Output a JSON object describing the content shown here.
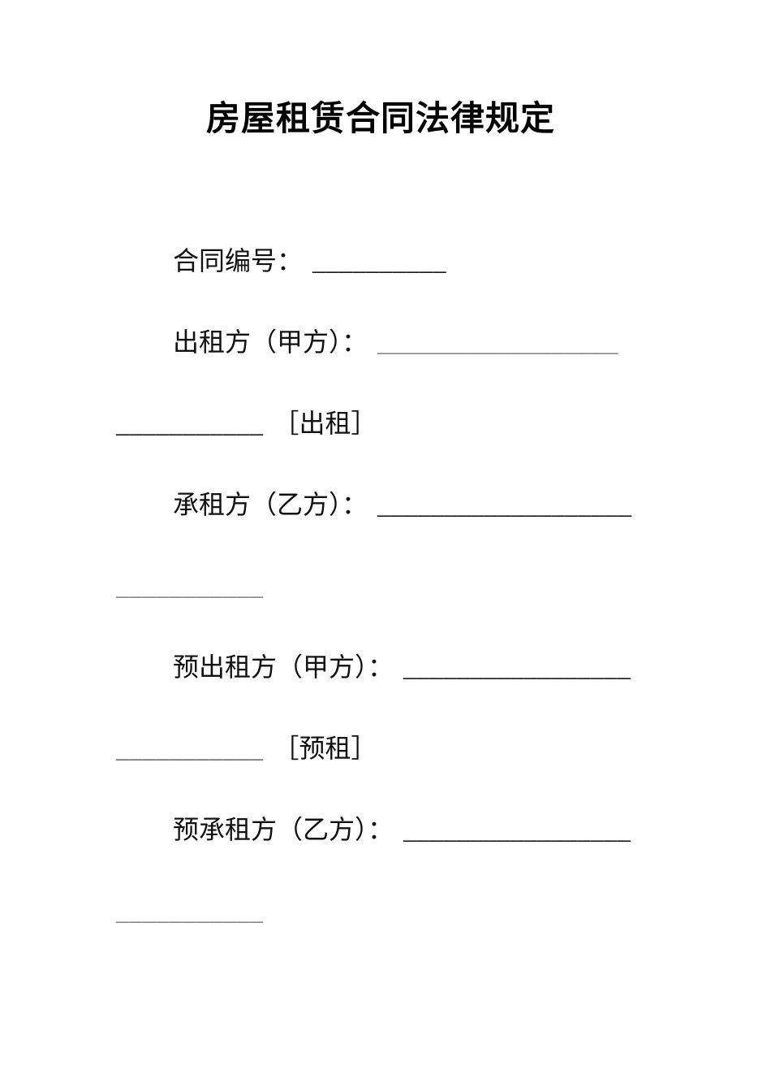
{
  "document": {
    "title": "房屋租赁合同法律规定",
    "colors": {
      "page_background": "#ffffff",
      "text": "#111111",
      "blank_dark": "#1a1a1a",
      "blank_gray": "#8a8a8a",
      "blank_medium": "#6f6f6f"
    },
    "lines": [
      {
        "prefix": "合同编号：",
        "blank": "__________",
        "blank_color": "#1a1a1a"
      },
      {
        "prefix": "出租方（甲方）：",
        "blank": "__________________",
        "blank_color": "#8a8a8a"
      },
      {
        "blank": "___________",
        "suffix": "［出租］",
        "blank_color": "#1a1a1a"
      },
      {
        "prefix": "承租方（乙方）：",
        "blank": "___________________",
        "blank_color": "#1a1a1a"
      },
      {
        "blank": "___________",
        "blank_color": "#8a8a8a"
      },
      {
        "prefix": "预出租方（甲方）：",
        "blank": "_________________",
        "blank_color": "#1a1a1a"
      },
      {
        "blank": "___________",
        "suffix": "［预租］",
        "blank_color": "#6f6f6f"
      },
      {
        "prefix": "预承租方（乙方）：",
        "blank": "_________________",
        "blank_color": "#1a1a1a"
      },
      {
        "blank": "___________",
        "blank_color": "#8a8a8a"
      }
    ]
  }
}
